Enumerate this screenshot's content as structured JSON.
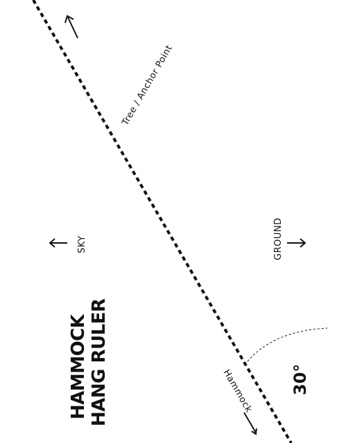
{
  "title": {
    "line1": "HAMMOCK",
    "line2": "HANG RULER"
  },
  "labels": {
    "anchor": "Tree / Anchor Point",
    "sky": "SKY",
    "ground": "GROUND",
    "hammock": "Hammock",
    "angle": "30°"
  },
  "colors": {
    "ink": "#111111",
    "background": "#ffffff"
  },
  "icons": {
    "anchor": "arrow-icon",
    "sky": "arrow-icon",
    "ground": "arrow-icon",
    "hammock": "arrow-icon"
  }
}
